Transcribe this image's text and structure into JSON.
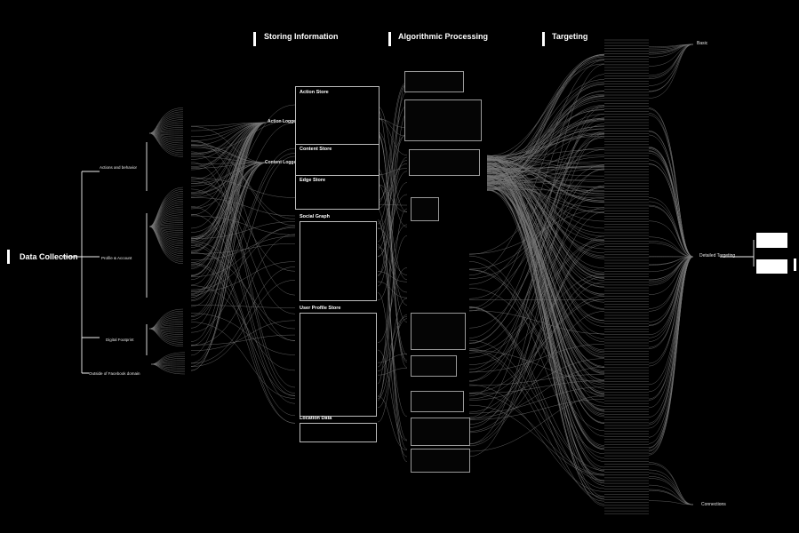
{
  "sections": {
    "data_collection": "Data Collection",
    "storing_information": "Storing Information",
    "algorithmic_processing": "Algorithmic Processing",
    "targeting": "Targeting"
  },
  "collection_groups": {
    "actions": "Actions and behavior",
    "profile": "Profile & Account",
    "digital_footprint": "Digital Footprint",
    "outside": "Outside of Facebook domain"
  },
  "loggers": {
    "action_logger": "Action Logger",
    "content_logger": "Content Logger"
  },
  "stores": {
    "action_store": "Action Store",
    "content_store": "Content Store",
    "edge_store": "Edge Store",
    "social_graph": "Social Graph",
    "user_profile_store": "User Profile Store",
    "location_data": "Location Data"
  },
  "targeting_nodes": {
    "basic": "Basic",
    "detailed_targeting": "Detailed Targeting",
    "connections": "Connections"
  },
  "colors": {
    "background": "#000000",
    "foreground": "#ffffff",
    "line": "#d9d9d9"
  }
}
